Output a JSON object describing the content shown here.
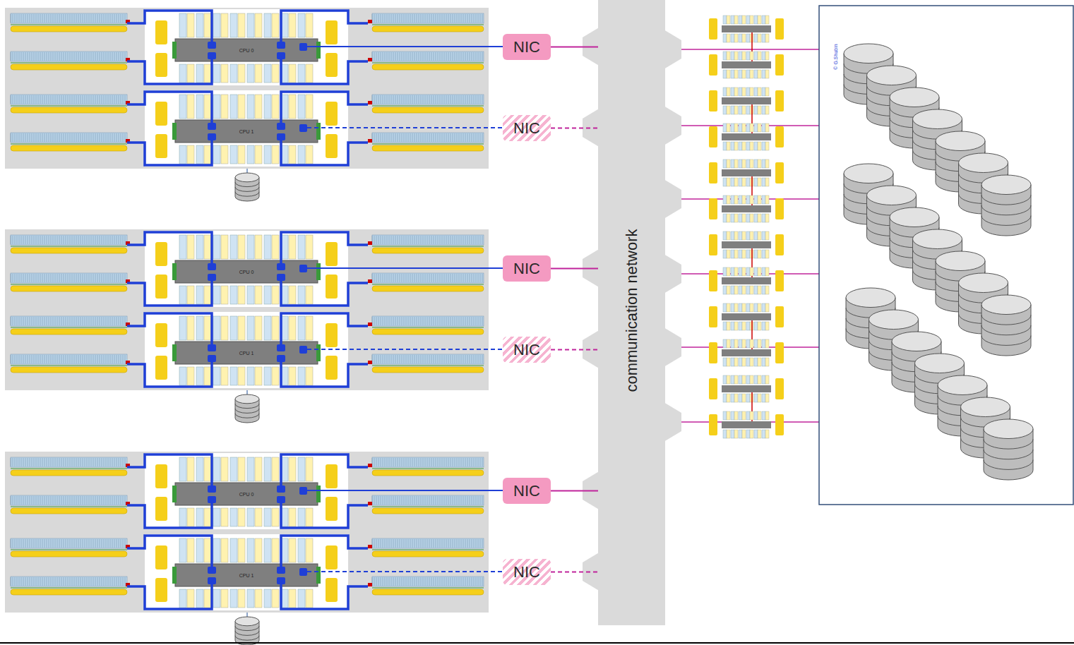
{
  "diagram": {
    "nodes": [
      {
        "text": [
          "NIC"
        ]
      },
      {
        "text": [
          "NIC"
        ]
      },
      {
        "text": [
          "NIC"
        ]
      },
      {
        "text": [
          "NIC"
        ]
      },
      {
        "text": [
          "NIC"
        ]
      },
      {
        "text": [
          "NIC"
        ]
      },
      {
        "text": [
          "communication network"
        ]
      }
    ],
    "edges": [
      {
        "from": 0,
        "to": 6,
        "arrow": "none"
      },
      {
        "from": 1,
        "to": 6,
        "arrow": "none"
      },
      {
        "from": 2,
        "to": 6,
        "arrow": "none"
      },
      {
        "from": 3,
        "to": 6,
        "arrow": "none"
      },
      {
        "from": 4,
        "to": 6,
        "arrow": "none"
      },
      {
        "from": 5,
        "to": 6,
        "arrow": "none"
      }
    ],
    "labels": [
      "CPU 0",
      "CPU 1",
      "CPU 0",
      "CPU 1",
      "CPU 0",
      "CPU 1",
      "© G.Shubin"
    ]
  }
}
